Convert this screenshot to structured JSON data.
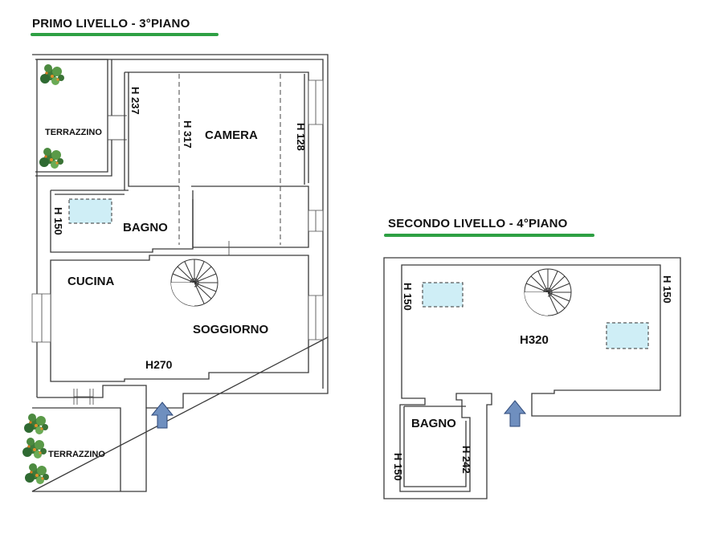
{
  "levels": [
    {
      "title": "PRIMO LIVELLO - 3°PIANO",
      "rooms": {
        "terrazzino_top": "TERRAZZINO",
        "camera": "CAMERA",
        "bagno": "BAGNO",
        "cucina": "CUCINA",
        "soggiorno": "SOGGIORNO",
        "terrazzino_bottom": "TERRAZZINO"
      },
      "heights": {
        "h237": "H 237",
        "h317": "H 317",
        "h128": "H 128",
        "h150": "H 150",
        "h270": "H270"
      }
    },
    {
      "title": "SECONDO LIVELLO - 4°PIANO",
      "rooms": {
        "bagno": "BAGNO"
      },
      "heights": {
        "h150_left": "H 150",
        "h150_right": "H 150",
        "h320": "H320",
        "h150_bagno": "H 150",
        "h242": "H 242"
      }
    }
  ],
  "colors": {
    "underline": "#2ea043",
    "arrow": "#6f8fbf",
    "skylight": "#cfeef6",
    "wall": "#3a3a3a"
  },
  "icons": [
    "spiral-staircase-icon",
    "entrance-arrow-icon",
    "plant-icon",
    "skylight-icon"
  ]
}
